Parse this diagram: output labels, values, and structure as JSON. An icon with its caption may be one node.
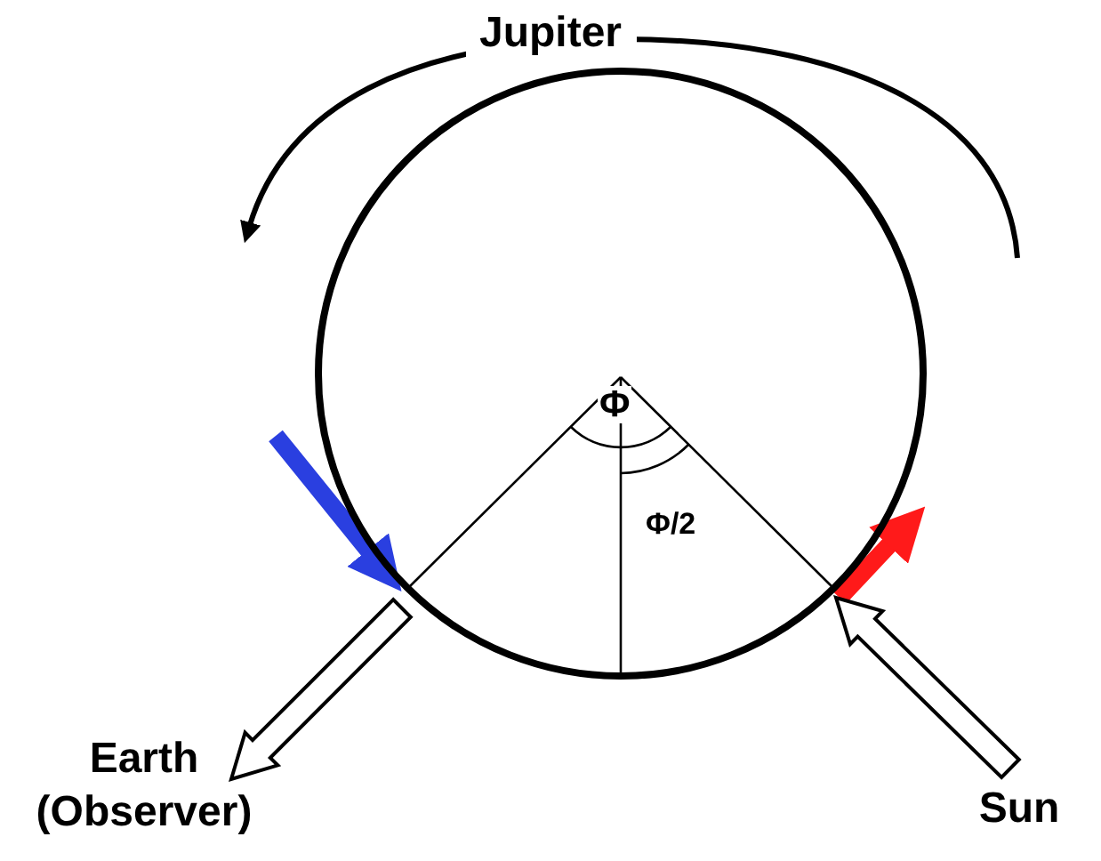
{
  "diagram": {
    "nodes": [
      {
        "text": [
          "Jupiter"
        ]
      },
      {
        "text": [
          "Earth (Observer)"
        ]
      },
      {
        "text": [
          "Sun"
        ]
      }
    ],
    "edges": [
      {
        "from": 2,
        "to": 0,
        "arrow": "to"
      },
      {
        "from": 0,
        "to": 1,
        "arrow": "to"
      }
    ],
    "labels": [
      "Φ",
      "Φ/2"
    ]
  }
}
